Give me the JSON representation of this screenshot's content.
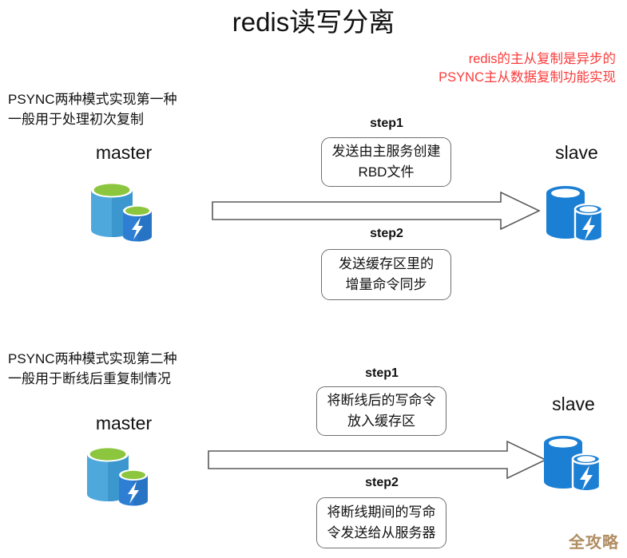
{
  "title": "redis读写分离",
  "note": {
    "line1": "redis的主从复制是异步的",
    "line2": "PSYNC主从数据复制功能实现",
    "color": "#fb3b3b"
  },
  "watermark": "全攻略",
  "colors": {
    "master_body": "#4FA8DC",
    "master_body_dark": "#2E7FD4",
    "master_top": "#8CC63E",
    "slave_body": "#1B7FD4",
    "arrow_stroke": "#5a5a5a",
    "box_border": "#6f6f6f",
    "text": "#111111"
  },
  "sections": [
    {
      "caption_line1": "PSYNC两种模式实现第一种",
      "caption_line2": "一般用于处理初次复制",
      "master_label": "master",
      "slave_label": "slave",
      "step1_label": "step1",
      "step2_label": "step2",
      "step1_box_line1": "发送由主服务创建",
      "step1_box_line2": "RBD文件",
      "step2_box_line1": "发送缓存区里的",
      "step2_box_line2": "增量命令同步"
    },
    {
      "caption_line1": "PSYNC两种模式实现第二种",
      "caption_line2": "一般用于断线后重复制情况",
      "master_label": "master",
      "slave_label": "slave",
      "step1_label": "step1",
      "step2_label": "step2",
      "step1_box_line1": "将断线后的写命令",
      "step1_box_line2": "放入缓存区",
      "step2_box_line1": "将断线期间的写命",
      "step2_box_line2": "令发送给从服务器"
    }
  ]
}
